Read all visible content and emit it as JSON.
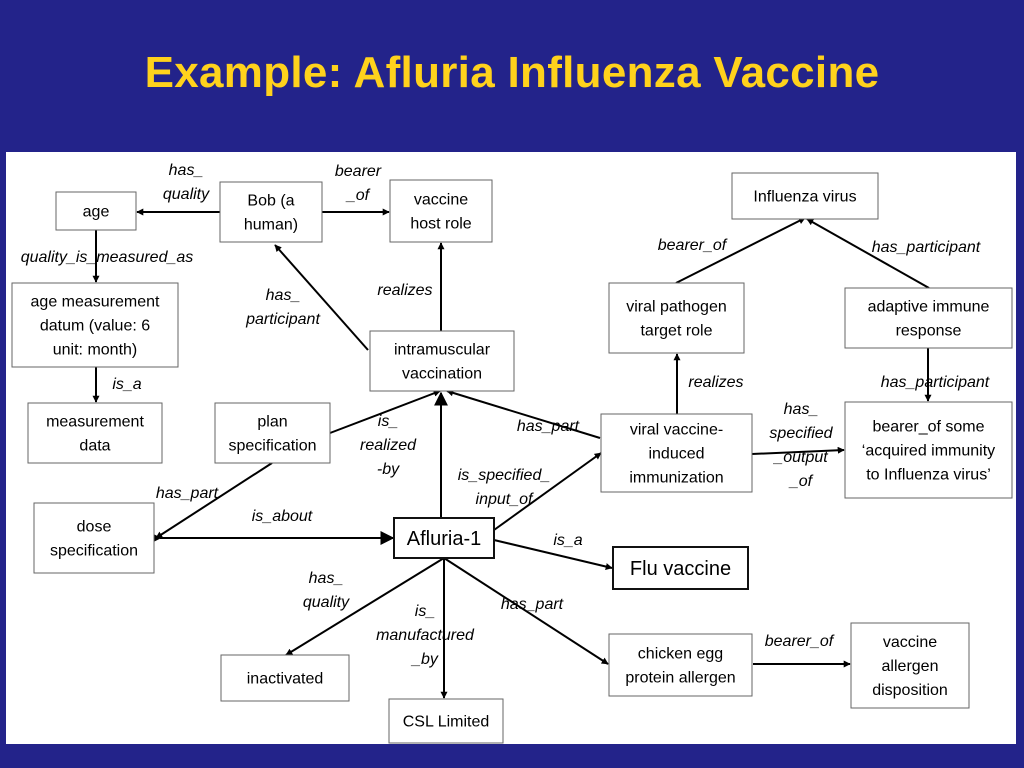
{
  "slide": {
    "title": "Example: Afluria Influenza Vaccine"
  },
  "nodes": {
    "age": [
      "age"
    ],
    "bob": [
      "Bob (a",
      "human)"
    ],
    "vaccine_host_role": [
      "vaccine",
      "host role"
    ],
    "influenza_virus": [
      "Influenza virus"
    ],
    "age_measurement": [
      "age measurement",
      "datum (value: 6",
      "unit: month)"
    ],
    "viral_pathogen_target_role": [
      "viral pathogen",
      "target role"
    ],
    "adaptive_immune_response": [
      "adaptive immune",
      "response"
    ],
    "intramuscular_vaccination": [
      "intramuscular",
      "vaccination"
    ],
    "measurement_data": [
      "measurement",
      "data"
    ],
    "plan_specification": [
      "plan",
      "specification"
    ],
    "viral_vaccine_induced_immunization": [
      "viral vaccine-",
      "induced",
      "immunization"
    ],
    "acquired_immunity": [
      "bearer_of some",
      "‘acquired immunity",
      "to Influenza virus’"
    ],
    "dose_specification": [
      "dose",
      "specification"
    ],
    "afluria": [
      "Afluria-1"
    ],
    "flu_vaccine": [
      "Flu vaccine"
    ],
    "inactivated": [
      "inactivated"
    ],
    "chicken_egg": [
      "chicken egg",
      "protein allergen"
    ],
    "vaccine_allergen": [
      "vaccine",
      "allergen",
      "disposition"
    ],
    "csl_limited": [
      "CSL Limited"
    ]
  },
  "edge_labels": {
    "bob_age": [
      "has_",
      "quality"
    ],
    "bob_vaccine_host_role": [
      "bearer",
      "_of"
    ],
    "age_measurement": [
      "quality_is_measured_as"
    ],
    "age_measurement_is_a": [
      "is_a"
    ],
    "vaccination_bob": [
      "has_",
      "participant"
    ],
    "vaccination_realizes": [
      "realizes"
    ],
    "influenza_target_role": [
      "bearer_of"
    ],
    "adaptive_influenza": [
      "has_participant"
    ],
    "immunization_realizes": [
      "realizes"
    ],
    "acquired_adaptive": [
      "has_participant"
    ],
    "plan_realized_by": [
      "is_",
      "realized",
      "-by"
    ],
    "immunization_vaccination": [
      "has_part"
    ],
    "afluria_input_of": [
      "is_specified_",
      "input_of"
    ],
    "immunization_output": [
      "has_",
      "specified",
      "_output",
      "_of"
    ],
    "plan_dose": [
      "has_part"
    ],
    "dose_afluria": [
      "is_about"
    ],
    "afluria_flu_vaccine": [
      "is_a"
    ],
    "afluria_inactivated": [
      "has_",
      "quality"
    ],
    "afluria_csl": [
      "is_",
      "manufactured",
      "_by"
    ],
    "afluria_chicken_egg": [
      "has_part"
    ],
    "egg_allergen": [
      "bearer_of"
    ]
  },
  "colors": {
    "background": "#23238a",
    "title": "#ffd21c",
    "canvas": "#ffffff",
    "edge": "#000000"
  }
}
